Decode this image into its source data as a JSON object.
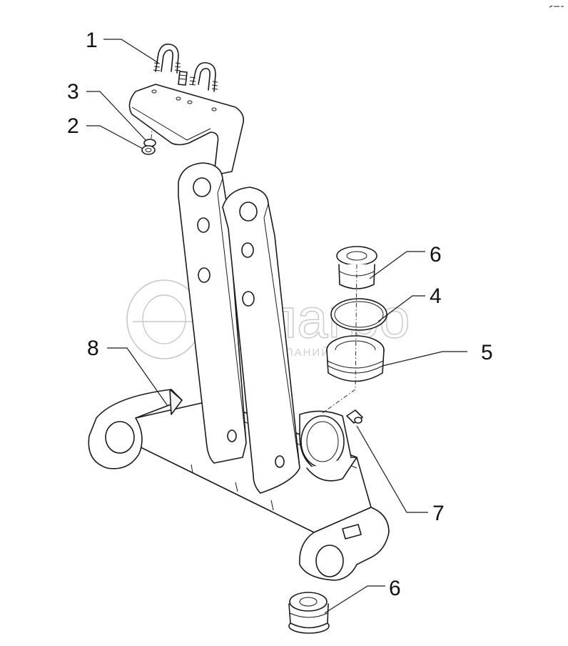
{
  "watermark": {
    "brand": "белагро",
    "subtitle": "ГРУППА КОМПАНИЙ"
  },
  "callouts": [
    {
      "id": "1",
      "label": "1"
    },
    {
      "id": "3",
      "label": "3"
    },
    {
      "id": "2",
      "label": "2"
    },
    {
      "id": "6a",
      "label": "6"
    },
    {
      "id": "4",
      "label": "4"
    },
    {
      "id": "8",
      "label": "8"
    },
    {
      "id": "5",
      "label": "5"
    },
    {
      "id": "7",
      "label": "7"
    },
    {
      "id": "6b",
      "label": "6"
    }
  ],
  "colors": {
    "line": "#1a1a1a",
    "watermark": "#c8c8c8",
    "background": "#ffffff"
  }
}
